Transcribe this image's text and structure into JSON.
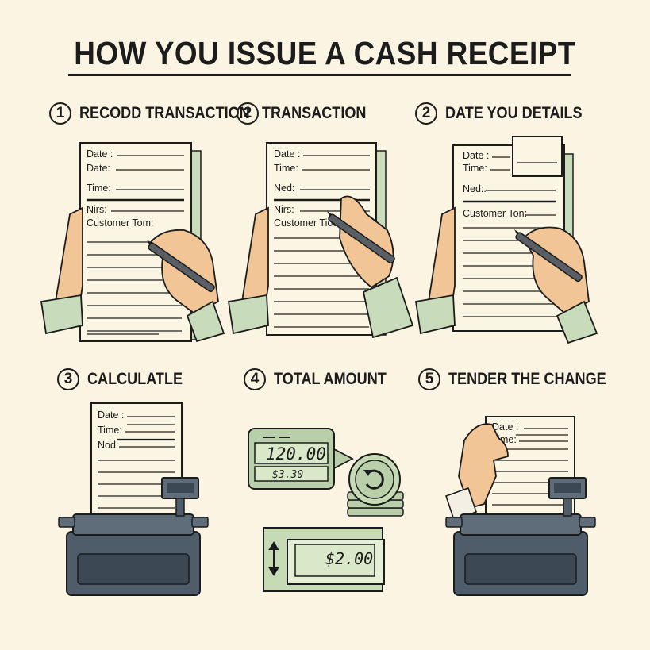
{
  "title": "HOW YOU ISSUE A CASH RECEIPT",
  "steps": [
    {
      "number": "1",
      "label": "RECODD TRANSACTION"
    },
    {
      "number": "2",
      "label": "TRANSACTION"
    },
    {
      "number": "2",
      "label": "DATE YOU DETAILS"
    },
    {
      "number": "3",
      "label": "CALCULATLE"
    },
    {
      "number": "4",
      "label": "TOTAL AMOUNT"
    },
    {
      "number": "5",
      "label": "TENDER THE CHANGE"
    }
  ],
  "receipt1": {
    "l1": "Date :",
    "l2": "Date:",
    "l3": "Time:",
    "l4": "Nirs:",
    "l5": "Customer Tom:"
  },
  "receipt2": {
    "l1": "Date :",
    "l2": "Time:",
    "l3": "Ned:",
    "l4": "Nirs:",
    "l5": "Customer Tiod"
  },
  "receipt3": {
    "l1": "Date :",
    "l2": "Time:",
    "l3": "Ned:.",
    "l4": "Customer Ton:"
  },
  "receipt4": {
    "l1": "Date :",
    "l2": "Time:",
    "l3": "Nod:"
  },
  "receipt5": {
    "l1": "Date :",
    "l2": "Time:"
  },
  "display": {
    "total": "120.00",
    "sub": "$3.30",
    "change": "$2.00"
  },
  "icons": [
    "hand-writing-icon",
    "pen-icon",
    "cash-register-icon",
    "coin-stack-icon",
    "cash-bill-icon",
    "arrows-icon"
  ],
  "colors": {
    "background": "#fbf4e2",
    "paper": "#fbf6e3",
    "sleeve": "#c8dcbb",
    "skin": "#f1c595",
    "register": "#4f5d6b",
    "display": "#c6dab5"
  }
}
